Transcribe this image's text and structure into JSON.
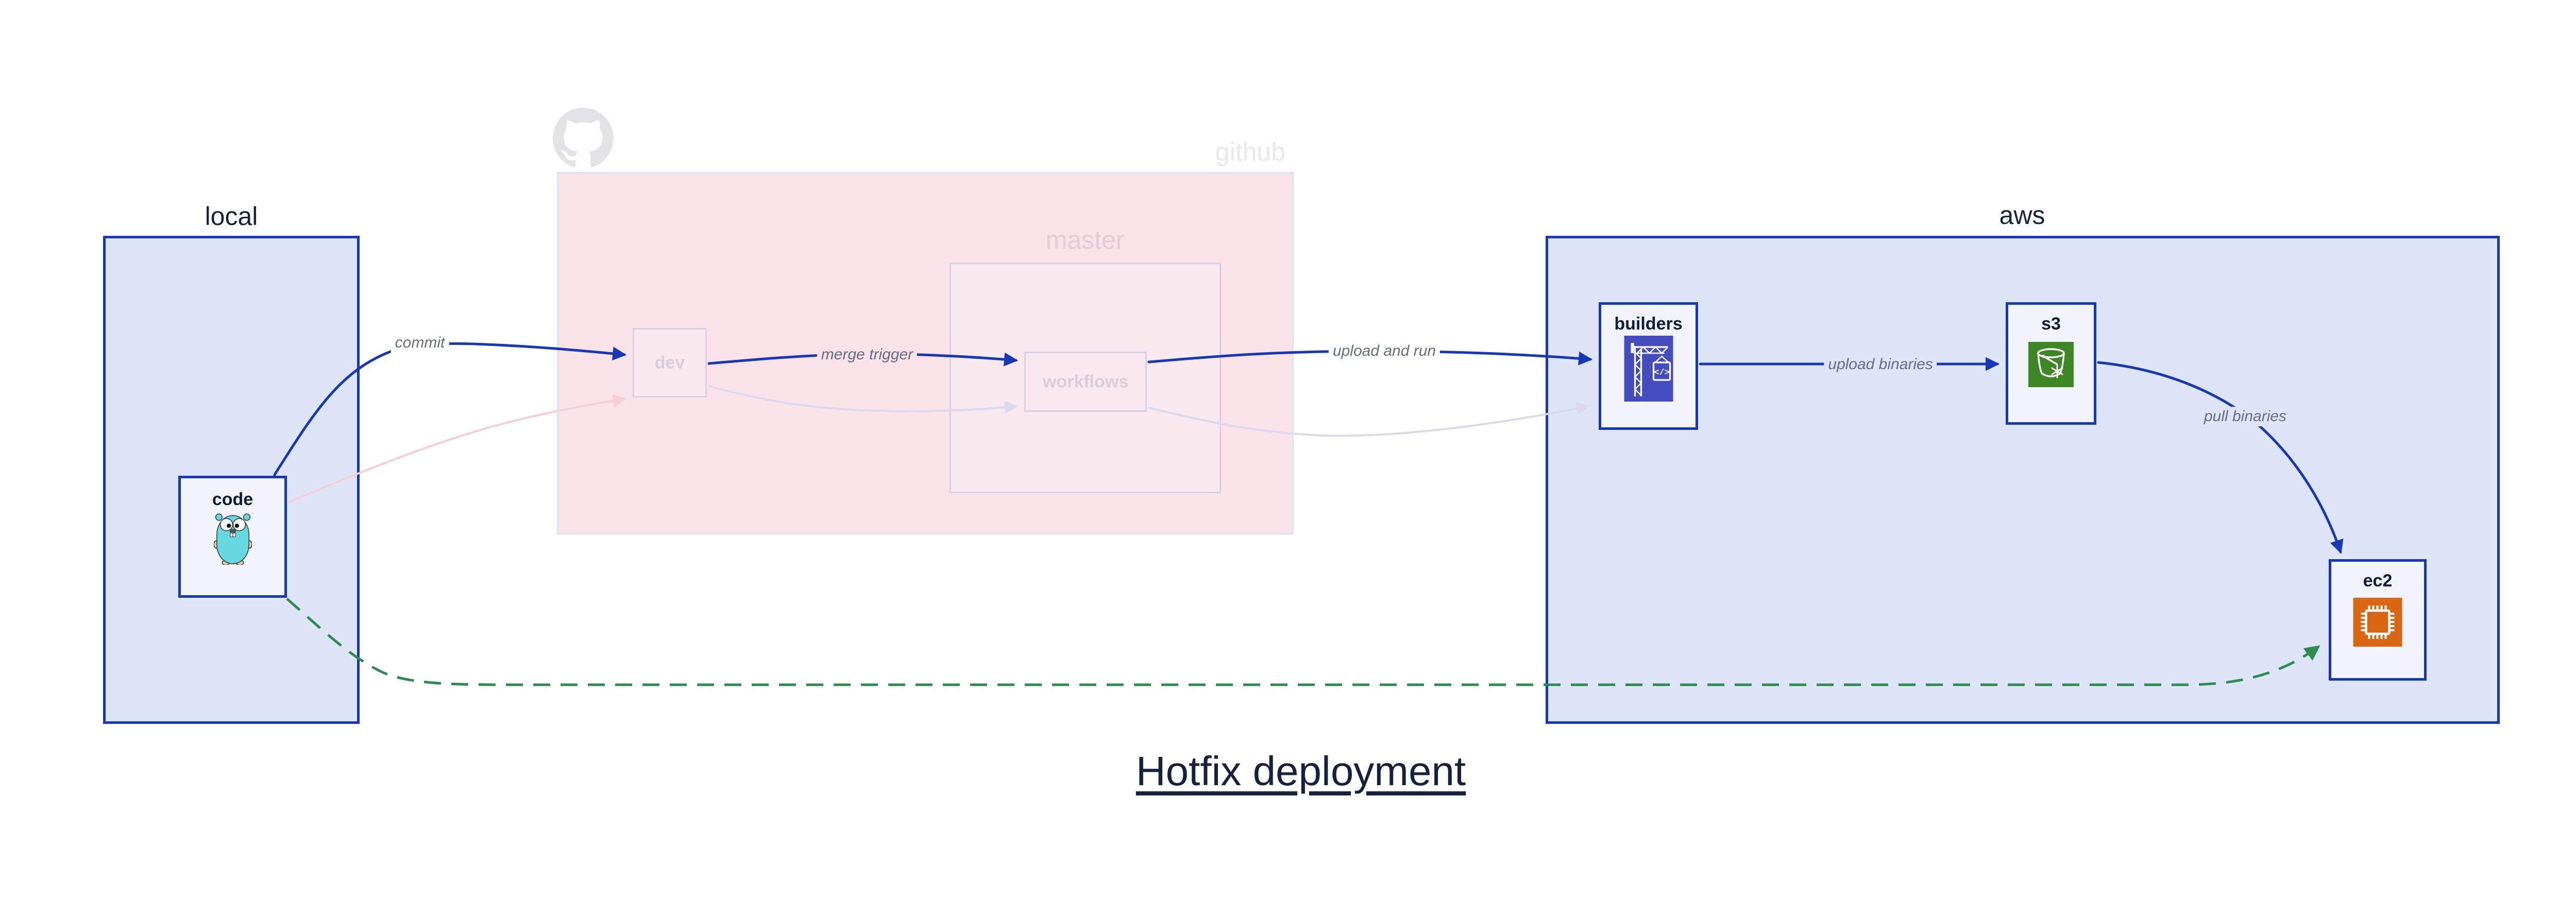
{
  "title": "Hotfix deployment",
  "clusters": {
    "local": {
      "label": "local"
    },
    "github": {
      "label": "github"
    },
    "master": {
      "label": "master"
    },
    "aws": {
      "label": "aws"
    }
  },
  "nodes": {
    "code": {
      "label": "code"
    },
    "dev": {
      "label": "dev"
    },
    "workflows": {
      "label": "workflows"
    },
    "builders": {
      "label": "builders"
    },
    "s3": {
      "label": "s3"
    },
    "ec2": {
      "label": "ec2"
    }
  },
  "edges": {
    "commit": {
      "label": "commit"
    },
    "merge_trigger": {
      "label": "merge trigger"
    },
    "upload_and_run": {
      "label": "upload and run"
    },
    "upload_binaries": {
      "label": "upload binaries"
    },
    "pull_binaries": {
      "label": "pull binaries"
    }
  },
  "icons": {
    "gopher": "go-gopher",
    "octocat": "github-octocat",
    "codebuild": "aws-codebuild-crane",
    "s3_bucket": "aws-s3-glacier-bucket",
    "ec2_chip": "aws-ec2-chip",
    "codebuild_glyph": "</>"
  },
  "colors": {
    "accent_blue": "#1637b8",
    "cluster_fill_blue": "#dfe5f8",
    "cluster_fill_pink": "#f9e3e9",
    "faded_border": "#d8d0e6",
    "faded_label": "#d8cdd9",
    "edge_label_gray": "#646e7e",
    "hotfix_green": "#2d8b4d",
    "codebuild_indigo": "#454cc0",
    "s3_green": "#3f8624",
    "ec2_orange": "#d86613",
    "title_navy": "#16213d",
    "gopher_teal": "#67d7e0"
  }
}
